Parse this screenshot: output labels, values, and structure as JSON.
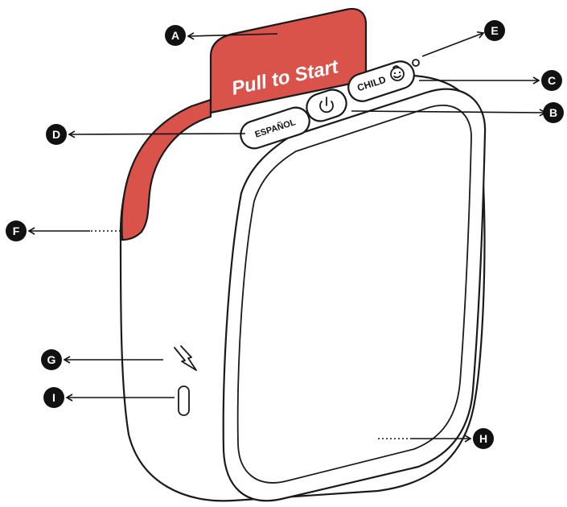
{
  "colors": {
    "accent_red": "#D9534A",
    "outline": "#1a1a1a",
    "marker": "#111111",
    "body": "#ffffff"
  },
  "device": {
    "pull_tab_label": "Pull to Start",
    "espanol_button_label": "ESPAÑOL",
    "child_button_label": "CHILD",
    "power_button_icon": "power-icon",
    "child_button_icon": "child-face-icon",
    "charge_indicator_icon": "lightning-bolt-icon",
    "usb_port_icon": "usb-c-port-icon"
  },
  "callouts": [
    {
      "id": "A",
      "label": "A"
    },
    {
      "id": "B",
      "label": "B"
    },
    {
      "id": "C",
      "label": "C"
    },
    {
      "id": "D",
      "label": "D"
    },
    {
      "id": "E",
      "label": "E"
    },
    {
      "id": "F",
      "label": "F"
    },
    {
      "id": "G",
      "label": "G"
    },
    {
      "id": "H",
      "label": "H"
    },
    {
      "id": "I",
      "label": "I"
    }
  ]
}
